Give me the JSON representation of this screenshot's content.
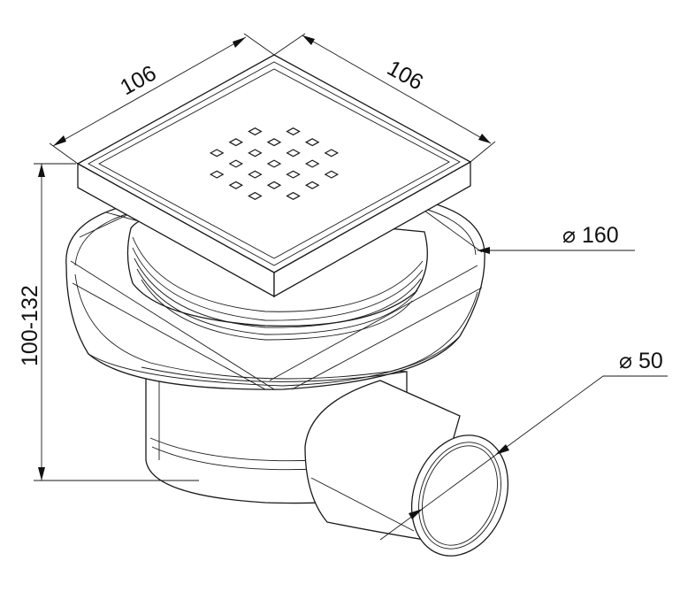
{
  "dimensions": {
    "width_left": "106",
    "width_right": "106",
    "height": "100-132",
    "flange_diameter": "160",
    "outlet_diameter": "50",
    "diameter_symbol": "⌀"
  }
}
